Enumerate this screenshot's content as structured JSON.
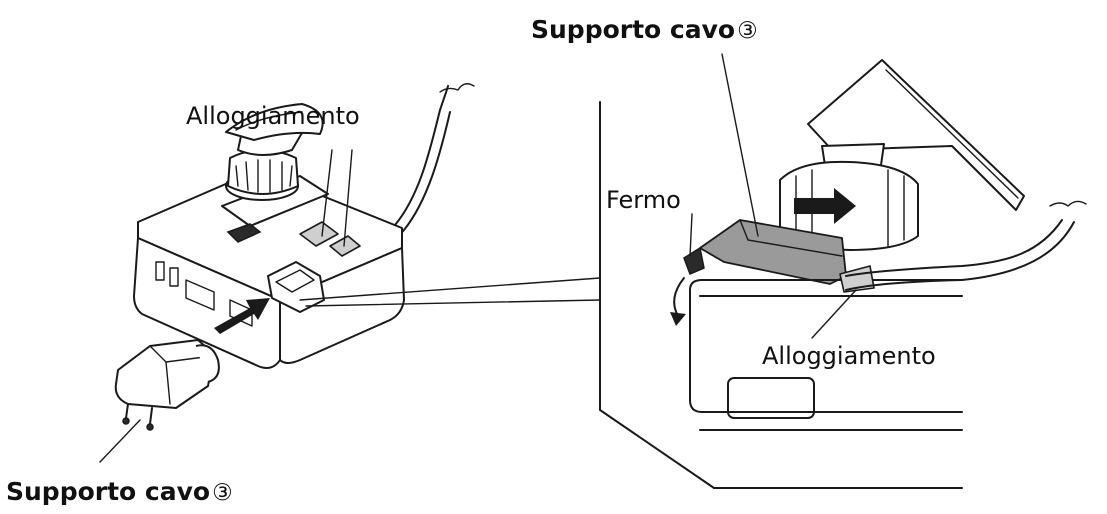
{
  "labels": {
    "top_cable_holder": "Supporto cavo",
    "top_circled_number": "③",
    "left_housing": "Alloggiamento",
    "fermo": "Fermo",
    "right_housing": "Alloggiamento",
    "bottom_cable_holder": "Supporto cavo",
    "bottom_circled_number": "③"
  },
  "colors": {
    "line": "#1a1a1a",
    "part_grey": "#9a9a9a",
    "background": "#ffffff"
  }
}
